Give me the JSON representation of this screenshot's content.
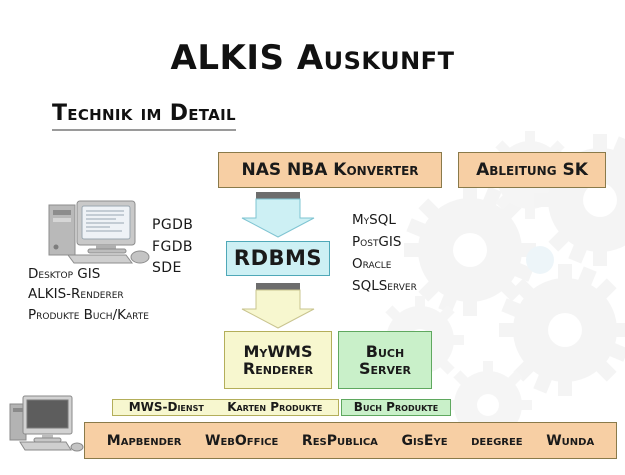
{
  "header": {
    "title": "ALKIS Auskunft",
    "subtitle": "Technik im Detail"
  },
  "diagram": {
    "type": "architecture-flow",
    "boxes": {
      "nas_konverter": {
        "label": "NAS NBA Konverter",
        "color": "#f7cfa4",
        "border": "#8a7a4a"
      },
      "ableitung_sk": {
        "label": "Ableitung SK",
        "color": "#f7cfa4",
        "border": "#8a7a4a"
      },
      "rdbms": {
        "label": "RDBMS",
        "color": "#cdf0f4",
        "border": "#4fa8b8"
      },
      "mywms": {
        "line1": "MyWMS",
        "line2": "Renderer",
        "color": "#f7f7cf",
        "border": "#b3ae5a"
      },
      "buch_server": {
        "line1": "Buch",
        "line2": "Server",
        "color": "#c9f0c9",
        "border": "#5fa85f"
      },
      "mws_dienst": {
        "label1": "MWS-Dienst",
        "label2": "Karten Produkte",
        "color": "#f7f7cf",
        "border": "#b3ae5a"
      },
      "buch_produkte": {
        "label": "Buch Produkte",
        "color": "#c9f0c9",
        "border": "#5fa85f"
      }
    },
    "formats": {
      "items": [
        "PGDB",
        "FGDB",
        "SDE"
      ]
    },
    "databases": {
      "items": [
        "MySQL",
        "PostGIS",
        "Oracle",
        "SQLServer"
      ]
    },
    "desktop": {
      "lines": [
        "Desktop GIS",
        "ALKIS-Renderer",
        "Produkte Buch/Karte"
      ]
    },
    "arrows": [
      {
        "name": "arrow-konverter-to-rdbms",
        "fill": "#cdf0f4",
        "cap": "#6d6d6d",
        "direction": "down"
      },
      {
        "name": "arrow-rdbms-to-renderer",
        "fill": "#f7f7cf",
        "cap": "#6d6d6d",
        "direction": "down"
      }
    ]
  },
  "clients": {
    "items": [
      "Mapbender",
      "WebOffice",
      "ResPublica",
      "GisEye",
      "deegree",
      "Wunda"
    ],
    "bar_color": "#f7cfa4"
  }
}
